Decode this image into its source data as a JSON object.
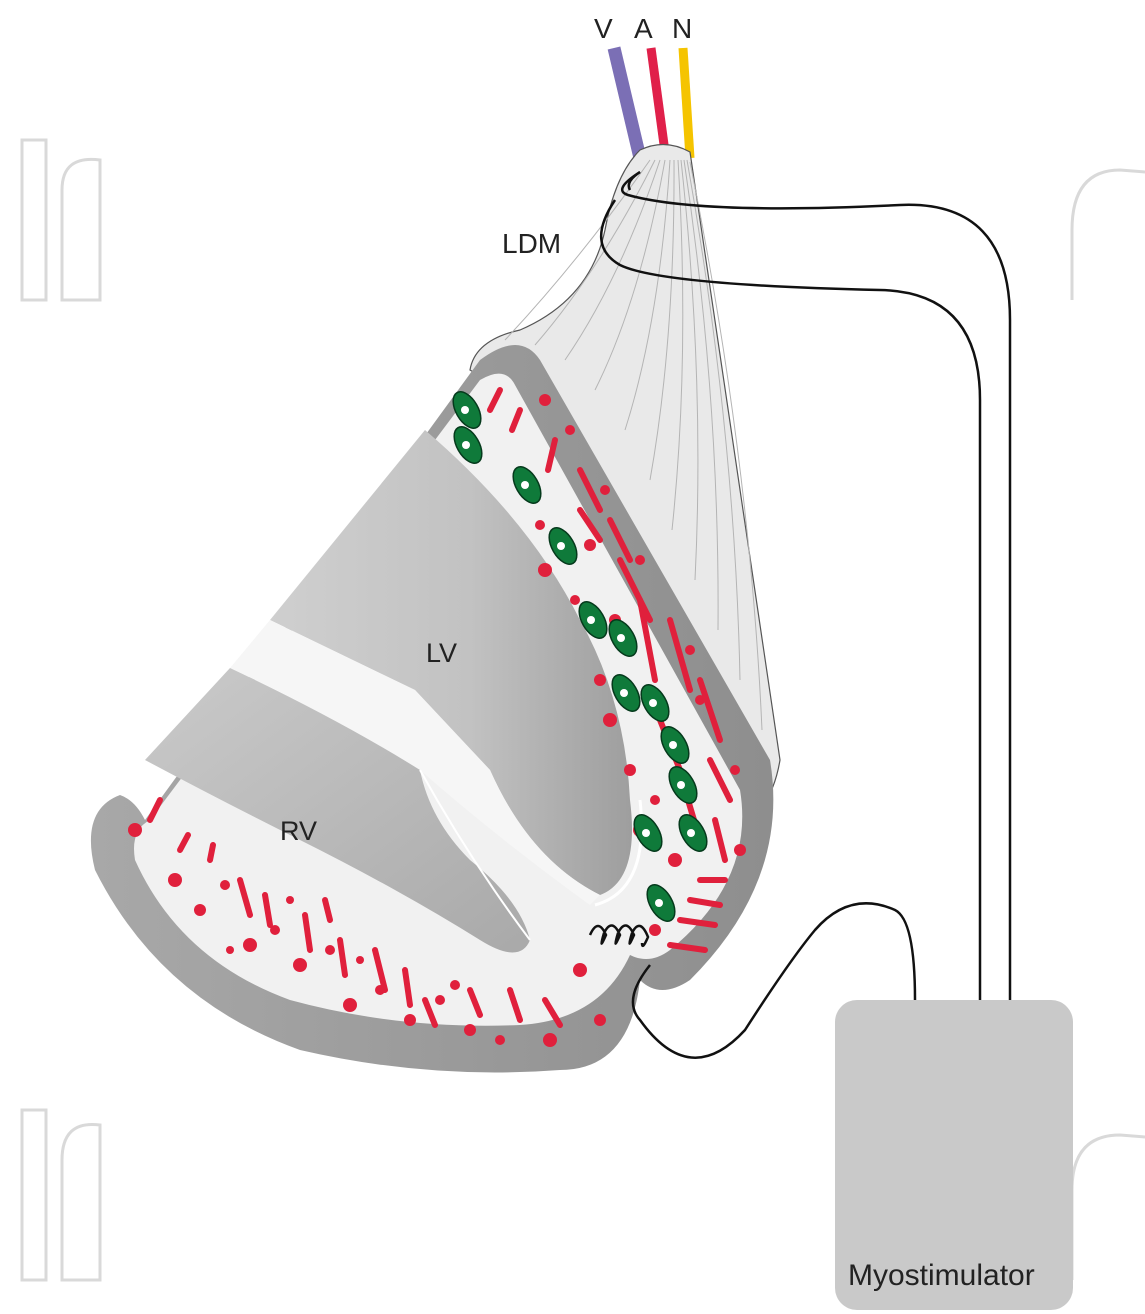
{
  "labels": {
    "vessel_v": "V",
    "vessel_a": "A",
    "vessel_n": "N",
    "muscle": "LDM",
    "left_ventricle": "LV",
    "right_ventricle": "RV",
    "device": "Myostimulator"
  },
  "colors": {
    "vein": "#7b6fb5",
    "artery": "#e0204a",
    "nerve": "#f5c400",
    "vessels_in_wall": "#e0203c",
    "cells": "#0f7a3a",
    "muscle_fill": "#e9e9e9",
    "heart_wall": "#9a9a9a",
    "myocardium": "#f1f1f1",
    "cavity": "#b8b8b8",
    "device": "#c9c9c9",
    "wire": "#111111",
    "watermark": "#d9d9d9"
  }
}
